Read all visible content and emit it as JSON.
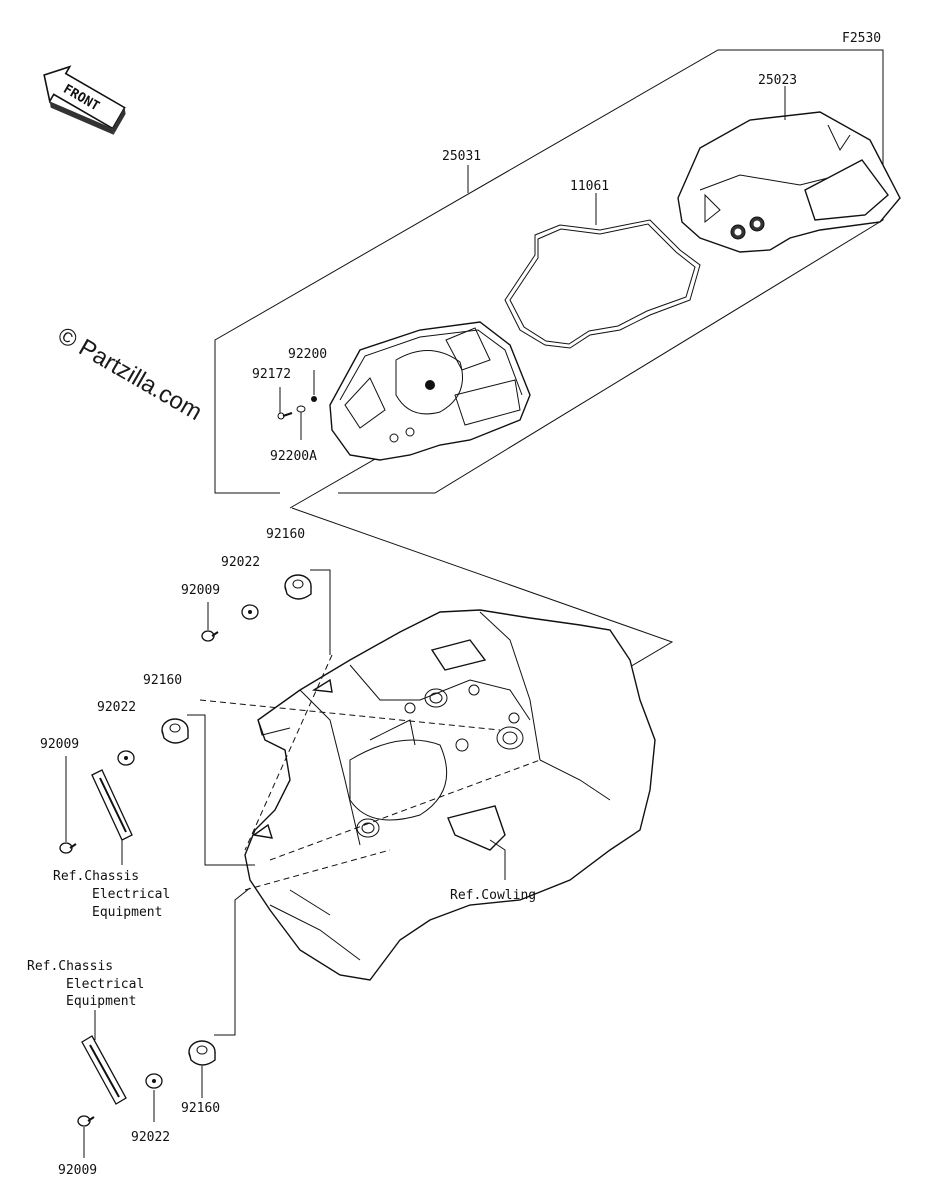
{
  "figure_code": "F2530",
  "watermark": "© Partzilla.com",
  "front_label": "FRONT",
  "parts": {
    "p25023": "25023",
    "p25031": "25031",
    "p11061": "11061",
    "p92200": "92200",
    "p92172": "92172",
    "p92200A": "92200A",
    "p92160_top": "92160",
    "p92022_top": "92022",
    "p92009_top": "92009",
    "p92160_mid": "92160",
    "p92022_mid": "92022",
    "p92009_mid": "92009",
    "p92160_bot": "92160",
    "p92022_bot": "92022",
    "p92009_bot": "92009"
  },
  "refs": {
    "chassis_1": [
      "Ref.Chassis",
      "Electrical",
      "Equipment"
    ],
    "chassis_2": [
      "Ref.Chassis",
      "Electrical",
      "Equipment"
    ],
    "cowling": "Ref.Cowling"
  }
}
